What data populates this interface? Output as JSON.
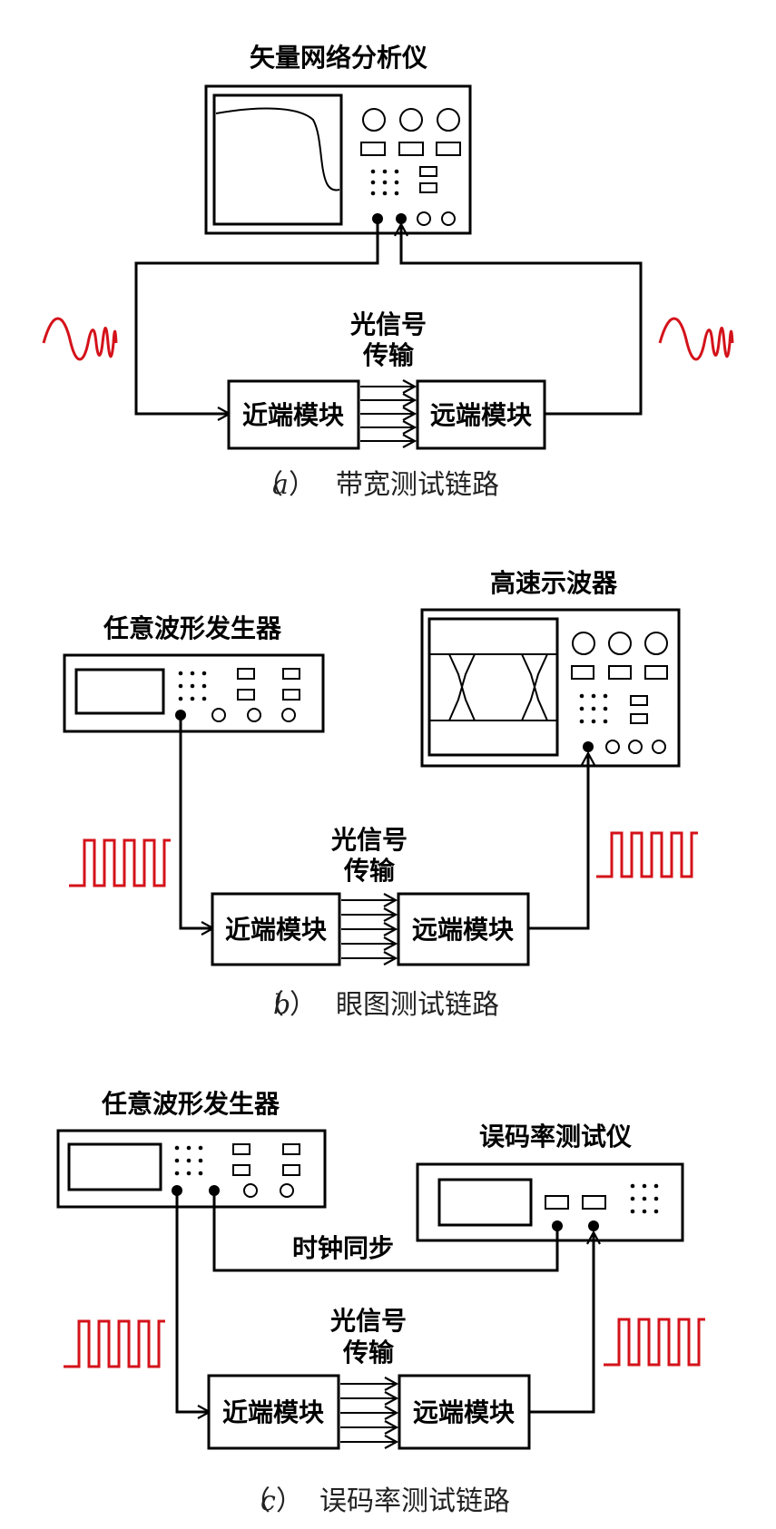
{
  "panel_a": {
    "instrument_title": "矢量网络分析仪",
    "transmission_label_line1": "光信号",
    "transmission_label_line2": "传输",
    "near_module": "近端模块",
    "far_module": "远端模块",
    "caption_open": "（",
    "caption_letter": "a",
    "caption_close": "）",
    "caption_text": "带宽测试链路"
  },
  "panel_b": {
    "generator_title": "任意波形发生器",
    "scope_title": "高速示波器",
    "transmission_label_line1": "光信号",
    "transmission_label_line2": "传输",
    "near_module": "近端模块",
    "far_module": "远端模块",
    "caption_open": "（",
    "caption_letter": "b",
    "caption_close": "）",
    "caption_text": "眼图测试链路"
  },
  "panel_c": {
    "generator_title": "任意波形发生器",
    "ber_title": "误码率测试仪",
    "clock_sync_label": "时钟同步",
    "transmission_label_line1": "光信号",
    "transmission_label_line2": "传输",
    "near_module": "近端模块",
    "far_module": "远端模块",
    "caption_open": "（",
    "caption_letter": "c",
    "caption_close": "）",
    "caption_text": "误码率测试链路"
  },
  "colors": {
    "signal_waveform": "#d4121a",
    "lines": "#000000"
  }
}
